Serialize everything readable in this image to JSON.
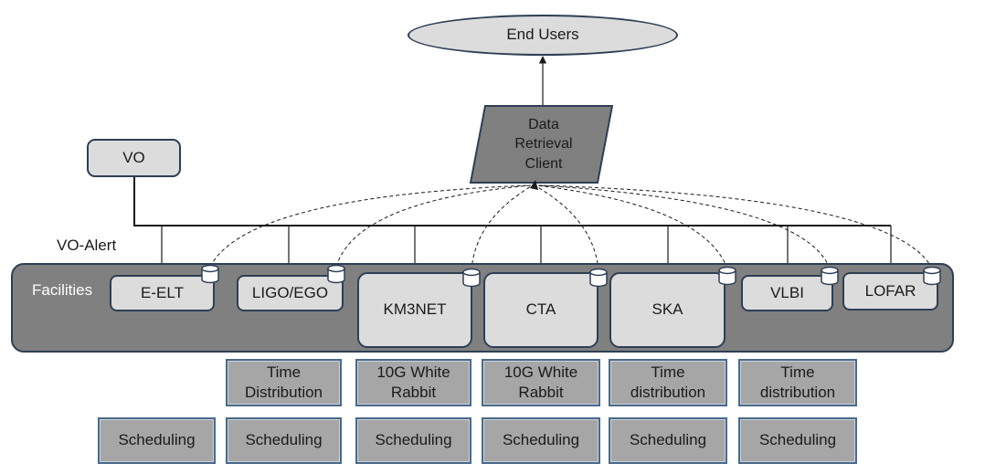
{
  "end_users": "End Users",
  "data_retrieval_client": "Data\nRetrieval\nClient",
  "vo": "VO",
  "vo_alert": "VO-Alert",
  "facilities_label": "Facilities",
  "facilities": [
    "E-ELT",
    "LIGO/EGO",
    "KM3NET",
    "CTA",
    "SKA",
    "VLBI",
    "LOFAR"
  ],
  "time_sync": [
    "Time\nDistribution",
    "10G White\nRabbit",
    "10G White\nRabbit",
    "Time\ndistribution",
    "Time\ndistribution"
  ],
  "scheduling": [
    "Scheduling",
    "Scheduling",
    "Scheduling",
    "Scheduling",
    "Scheduling",
    "Scheduling"
  ],
  "colors": {
    "node_fill": "#dcdcdc",
    "band_fill": "#808080",
    "cell_fill": "#a6a6a6",
    "border": "#2e3f55"
  }
}
